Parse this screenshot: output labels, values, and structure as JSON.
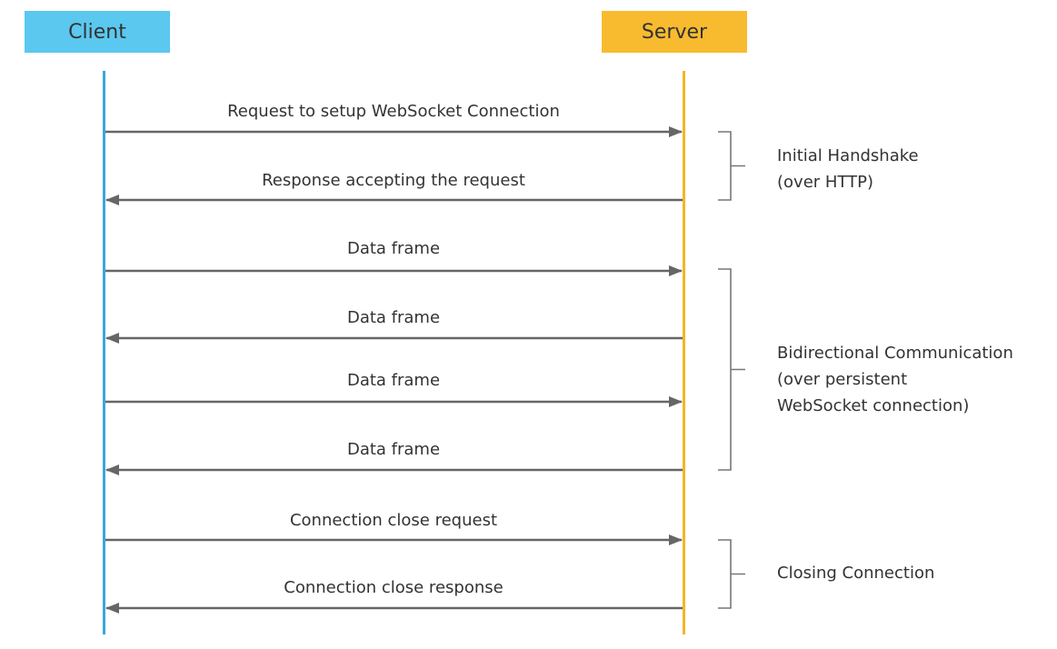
{
  "participants": {
    "client": "Client",
    "server": "Server"
  },
  "messages": [
    {
      "label": "Request to setup WebSocket Connection",
      "direction": "client-to-server"
    },
    {
      "label": "Response accepting the request",
      "direction": "server-to-client"
    },
    {
      "label": "Data frame",
      "direction": "client-to-server"
    },
    {
      "label": "Data frame",
      "direction": "server-to-client"
    },
    {
      "label": "Data frame",
      "direction": "client-to-server"
    },
    {
      "label": "Data frame",
      "direction": "server-to-client"
    },
    {
      "label": "Connection close request",
      "direction": "client-to-server"
    },
    {
      "label": "Connection close response",
      "direction": "server-to-client"
    }
  ],
  "phases": [
    {
      "lines": [
        "Initial Handshake",
        "(over HTTP)"
      ]
    },
    {
      "lines": [
        "Bidirectional Communication",
        "(over persistent",
        "WebSocket connection)"
      ]
    },
    {
      "lines": [
        "Closing Connection"
      ]
    }
  ],
  "colors": {
    "client": "#5bc8ef",
    "server": "#f8bb2f",
    "arrow": "#666666",
    "bracket": "#777777",
    "text": "#333333"
  }
}
